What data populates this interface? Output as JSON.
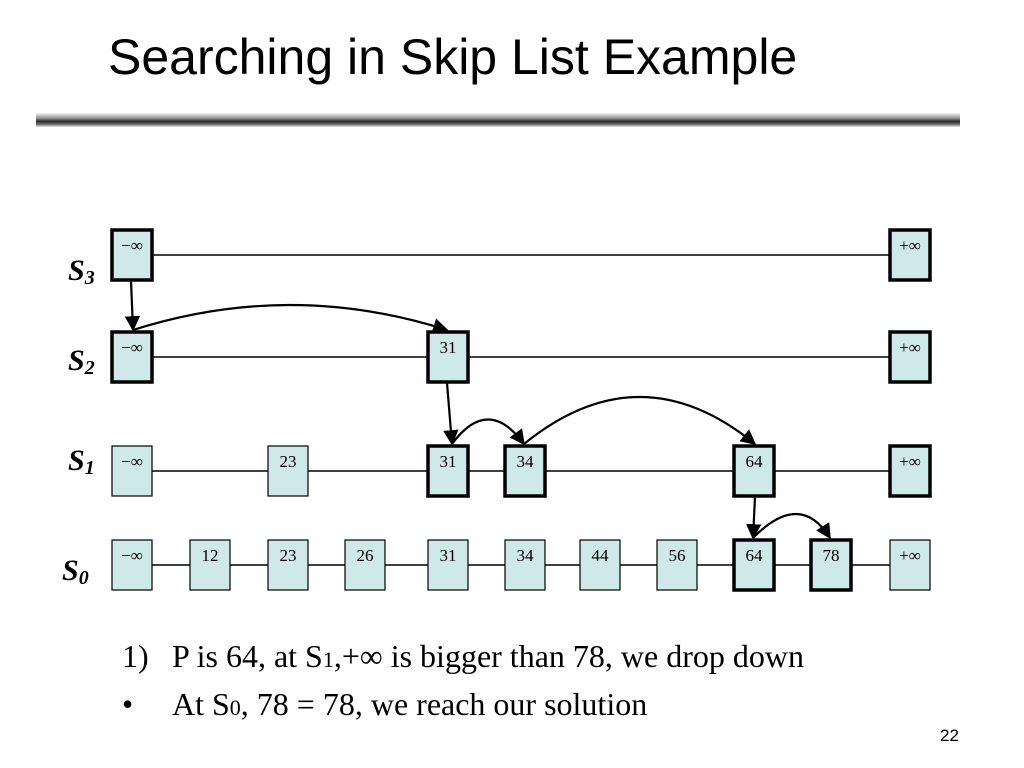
{
  "slide": {
    "title": "Searching in Skip List Example",
    "page_number": "22"
  },
  "levels": [
    {
      "name": "S",
      "sub": "3",
      "nodes": [
        "−∞",
        "+∞"
      ],
      "path": [
        true,
        true
      ]
    },
    {
      "name": "S",
      "sub": "2",
      "nodes": [
        "−∞",
        "31",
        "+∞"
      ],
      "path": [
        true,
        true,
        true
      ]
    },
    {
      "name": "S",
      "sub": "1",
      "nodes": [
        "−∞",
        "23",
        "31",
        "34",
        "64",
        "+∞"
      ],
      "path": [
        false,
        false,
        true,
        true,
        true,
        true
      ]
    },
    {
      "name": "S",
      "sub": "0",
      "nodes": [
        "−∞",
        "12",
        "23",
        "26",
        "31",
        "34",
        "44",
        "56",
        "64",
        "78",
        "+∞"
      ],
      "path": [
        false,
        false,
        false,
        false,
        false,
        false,
        false,
        false,
        true,
        true,
        false
      ]
    }
  ],
  "notes": [
    {
      "marker": "1)",
      "before": "P is 64, at S",
      "sub": "1",
      "after": ",+∞ is bigger than 78, we drop down"
    },
    {
      "marker": "•",
      "before": "At S",
      "sub": "0",
      "after": ", 78 = 78, we reach our solution"
    }
  ],
  "colors": {
    "node_fill": "#cfe8e8",
    "outline": "#000000"
  }
}
